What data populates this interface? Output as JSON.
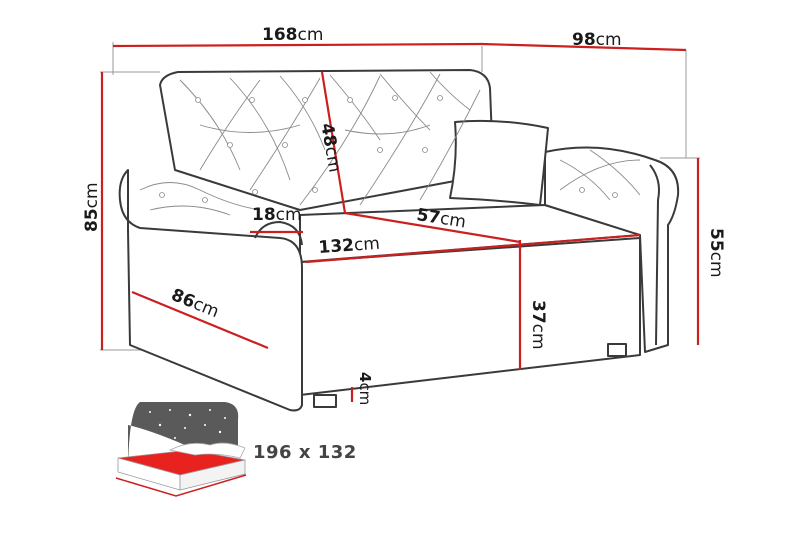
{
  "diagram": {
    "subject": "Chesterfield-style tufted sofa bed with dimensions",
    "line_color": "#cc1f1f",
    "outline_color": "#333333",
    "guide_color": "#888888",
    "dimensions": {
      "total_width": {
        "value": "168",
        "unit": "cm"
      },
      "total_depth": {
        "value": "98",
        "unit": "cm"
      },
      "total_height": {
        "value": "85",
        "unit": "cm"
      },
      "armrest_height": {
        "value": "55",
        "unit": "cm"
      },
      "backrest_height": {
        "value": "48",
        "unit": "cm"
      },
      "armrest_width": {
        "value": "18",
        "unit": "cm"
      },
      "seat_depth": {
        "value": "57",
        "unit": "cm"
      },
      "seat_width": {
        "value": "132",
        "unit": "cm"
      },
      "side_depth": {
        "value": "86",
        "unit": "cm"
      },
      "seat_height": {
        "value": "37",
        "unit": "cm"
      },
      "leg_height": {
        "value": "4",
        "unit": "cm"
      }
    },
    "sleeping_area": {
      "label": "196 x 132",
      "icon": "bed-night-stars-icon",
      "mattress_color": "#e8231f",
      "night_color": "#5a5a5a"
    }
  }
}
